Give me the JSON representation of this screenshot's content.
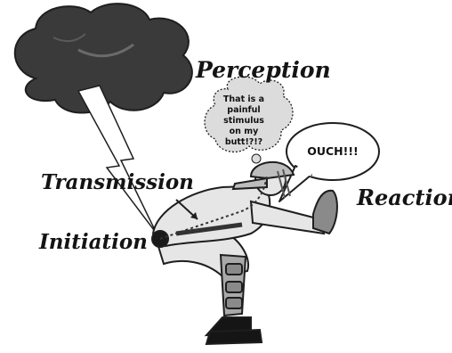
{
  "labels": {
    "perception": "Perception",
    "transmission": "Transmission",
    "initiation": "Initiation",
    "reaction": "Reaction"
  },
  "thought_bubble": {
    "line1": "That is a",
    "line2": "painful",
    "line3": "stimulus",
    "line4": "on my",
    "line5": "butt!?!?"
  },
  "speech_bubble": {
    "text": "OUCH!!!"
  },
  "colors": {
    "cloud": "#3a3a3a",
    "lightning": "#ffffff",
    "bubble_fill": "#dcdcdc",
    "figure_fill": "#e6e6e6",
    "outline": "#1e1e1e",
    "nerve_path": "#333333"
  }
}
